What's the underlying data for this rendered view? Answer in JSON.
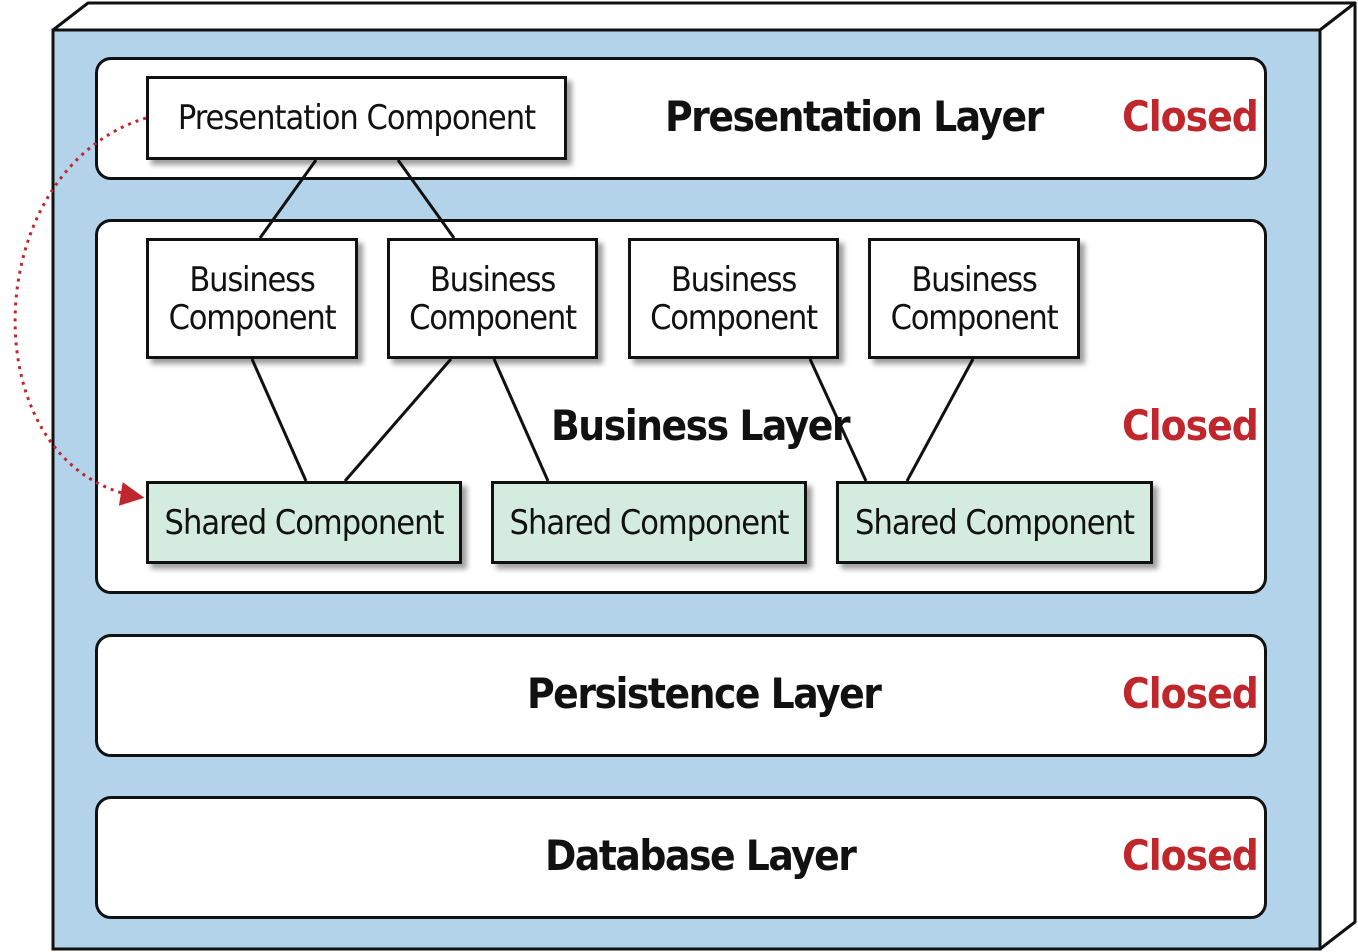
{
  "colors": {
    "frame_fill": "#b3d3ea",
    "shared_fill": "#d4ebe0",
    "closed_text": "#c0272d",
    "arrow": "#c0272d"
  },
  "presentation_layer": {
    "title": "Presentation Layer",
    "status": "Closed",
    "component": "Presentation Component"
  },
  "business_layer": {
    "title": "Business Layer",
    "status": "Closed",
    "business_components": [
      "Business\nComponent",
      "Business\nComponent",
      "Business\nComponent",
      "Business\nComponent"
    ],
    "shared_components": [
      "Shared Component",
      "Shared Component",
      "Shared Component"
    ]
  },
  "persistence_layer": {
    "title": "Persistence Layer",
    "status": "Closed"
  },
  "database_layer": {
    "title": "Database Layer",
    "status": "Closed"
  }
}
